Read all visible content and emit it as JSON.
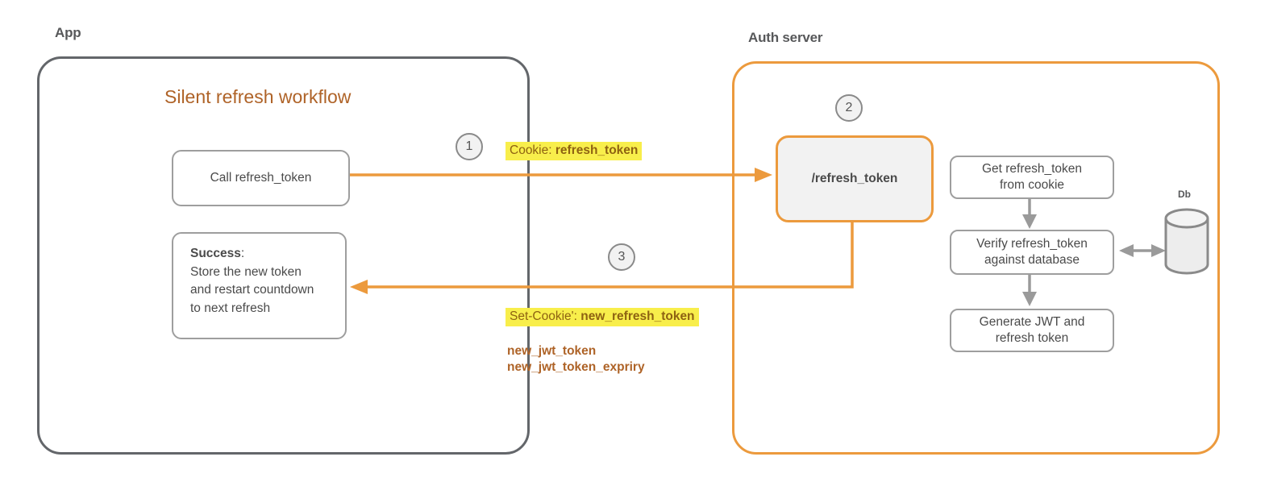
{
  "diagram": {
    "app": {
      "label": "App",
      "title": "Silent refresh workflow",
      "call_box_label": "Call refresh_token",
      "success_box": {
        "bold": "Success",
        "colon": ":",
        "line2": "Store the new token",
        "line3": "and restart countdown",
        "line4": "to next refresh"
      }
    },
    "auth": {
      "label": "Auth server",
      "endpoint_box_label": "/refresh_token",
      "step_boxes": [
        {
          "line1": "Get refresh_token",
          "line2": "from cookie"
        },
        {
          "line1": "Verify refresh_token",
          "line2": "against database"
        },
        {
          "line1": "Generate JWT and",
          "line2": "refresh token"
        }
      ],
      "db_label": "Db"
    },
    "steps": [
      "1",
      "2",
      "3"
    ],
    "messages": {
      "cookie_prefix": "Cookie: ",
      "cookie_value": "refresh_token",
      "set_cookie_prefix": "Set-Cookie': ",
      "set_cookie_value": "new_refresh_token",
      "jwt_line1": "new_jwt_token",
      "jwt_line2": "new_jwt_token_expriry"
    },
    "colors": {
      "arrow_orange": "#EC9A3D",
      "app_border_gray": "#63666A",
      "node_border_gray": "#9E9E9E",
      "flow_arrow_gray": "#9A9A9A",
      "title_brown": "#AF6328",
      "token_text_brown": "#AE6327",
      "highlight_yellow": "#F8EE4B",
      "highlight_text": "#8E6212",
      "text_gray": "#4A4A4A"
    }
  }
}
